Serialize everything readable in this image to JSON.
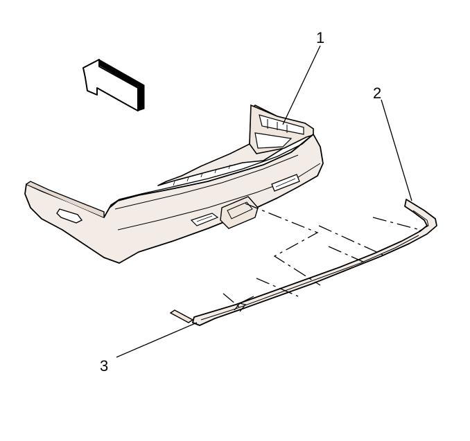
{
  "callouts": {
    "c1": "1",
    "c2": "2",
    "c3": "3"
  },
  "colors": {
    "part_fill": "#f3ece6",
    "part_shadow": "#e5dad2",
    "line": "#000000",
    "background": "#ffffff"
  },
  "icons": {
    "direction_arrow": "forward-direction-arrow-icon"
  }
}
